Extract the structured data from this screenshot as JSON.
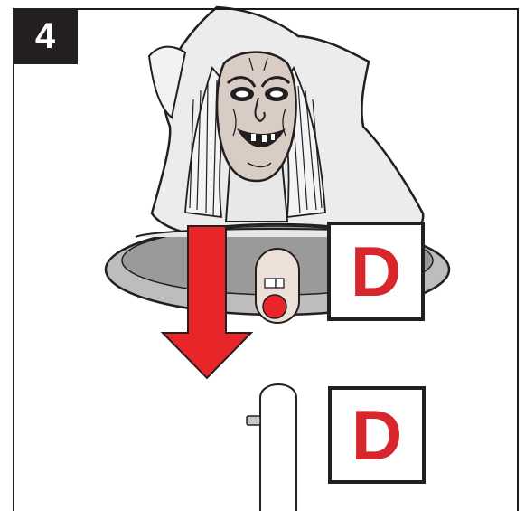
{
  "step": {
    "number": "4"
  },
  "labels": {
    "top": "D",
    "bottom": "D"
  },
  "icons": {
    "arrow": "down-arrow-icon",
    "switch": "slide-switch-icon",
    "button": "push-button-icon"
  },
  "colors": {
    "accent_red": "#e8262a",
    "label_red": "#d7262c",
    "ink": "#231f20",
    "cloth": "#e6e6e6",
    "tray": "#bdbdbd",
    "face": "#d9ccc4"
  }
}
